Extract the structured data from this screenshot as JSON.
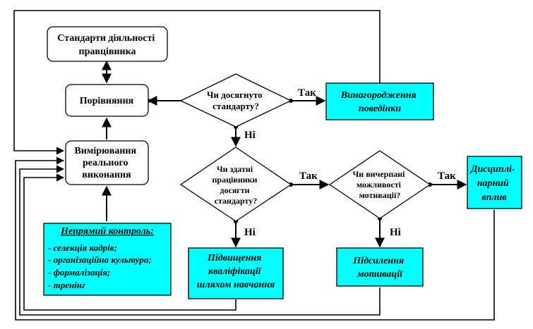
{
  "nodes": {
    "standards": [
      "Стандарти діяльності",
      "правцівника"
    ],
    "compare": [
      "Порівняння"
    ],
    "measure": [
      "Вимірювання",
      "реального",
      "виконання"
    ],
    "indirect_title": "Непрямий контроль:",
    "indirect_items": [
      "- селекція кадрів;",
      "- організаційна культура;",
      "- формалізація;",
      "- тренінг"
    ],
    "q_standard": [
      "Чи досягнуто",
      "стандарту?"
    ],
    "reward": [
      "Винагородження",
      "поведінки"
    ],
    "q_able": [
      "Чи здатні",
      "працівники",
      "досягти",
      "стандарту?"
    ],
    "training": [
      "Підвищення",
      "кваліфікації",
      "шляхом навчання"
    ],
    "q_motivation": [
      "Чи вичерпані",
      "можливості",
      "мотивації?"
    ],
    "motivation": [
      "Підсилення",
      "мотивації"
    ],
    "discipline": [
      "Дисциплі-",
      "нарний",
      "вплив"
    ]
  },
  "labels": {
    "yes": "Так",
    "no": "Ні"
  },
  "colors": {
    "highlight": "#00ffff",
    "line": "#000000"
  }
}
